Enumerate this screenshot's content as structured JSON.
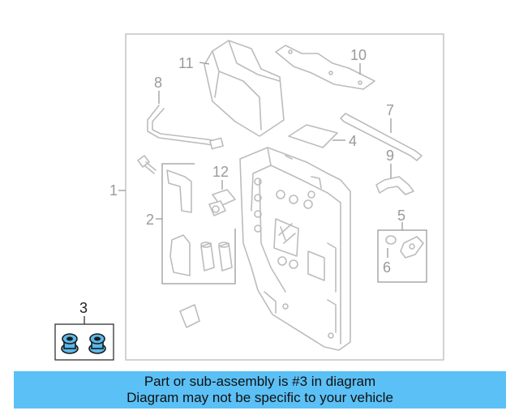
{
  "callouts": {
    "c1": "1",
    "c2": "2",
    "c3": "3",
    "c4": "4",
    "c5": "5",
    "c6": "6",
    "c7": "7",
    "c8": "8",
    "c9": "9",
    "c10": "10",
    "c11": "11",
    "c12": "12"
  },
  "banner": {
    "line1": "Part or sub-assembly is #3 in diagram",
    "line2": "Diagram may not be specific to your vehicle"
  },
  "colors": {
    "highlight": "#5bb8ea",
    "banner": "#5bc0f5",
    "linework": "#bcbcbc"
  }
}
